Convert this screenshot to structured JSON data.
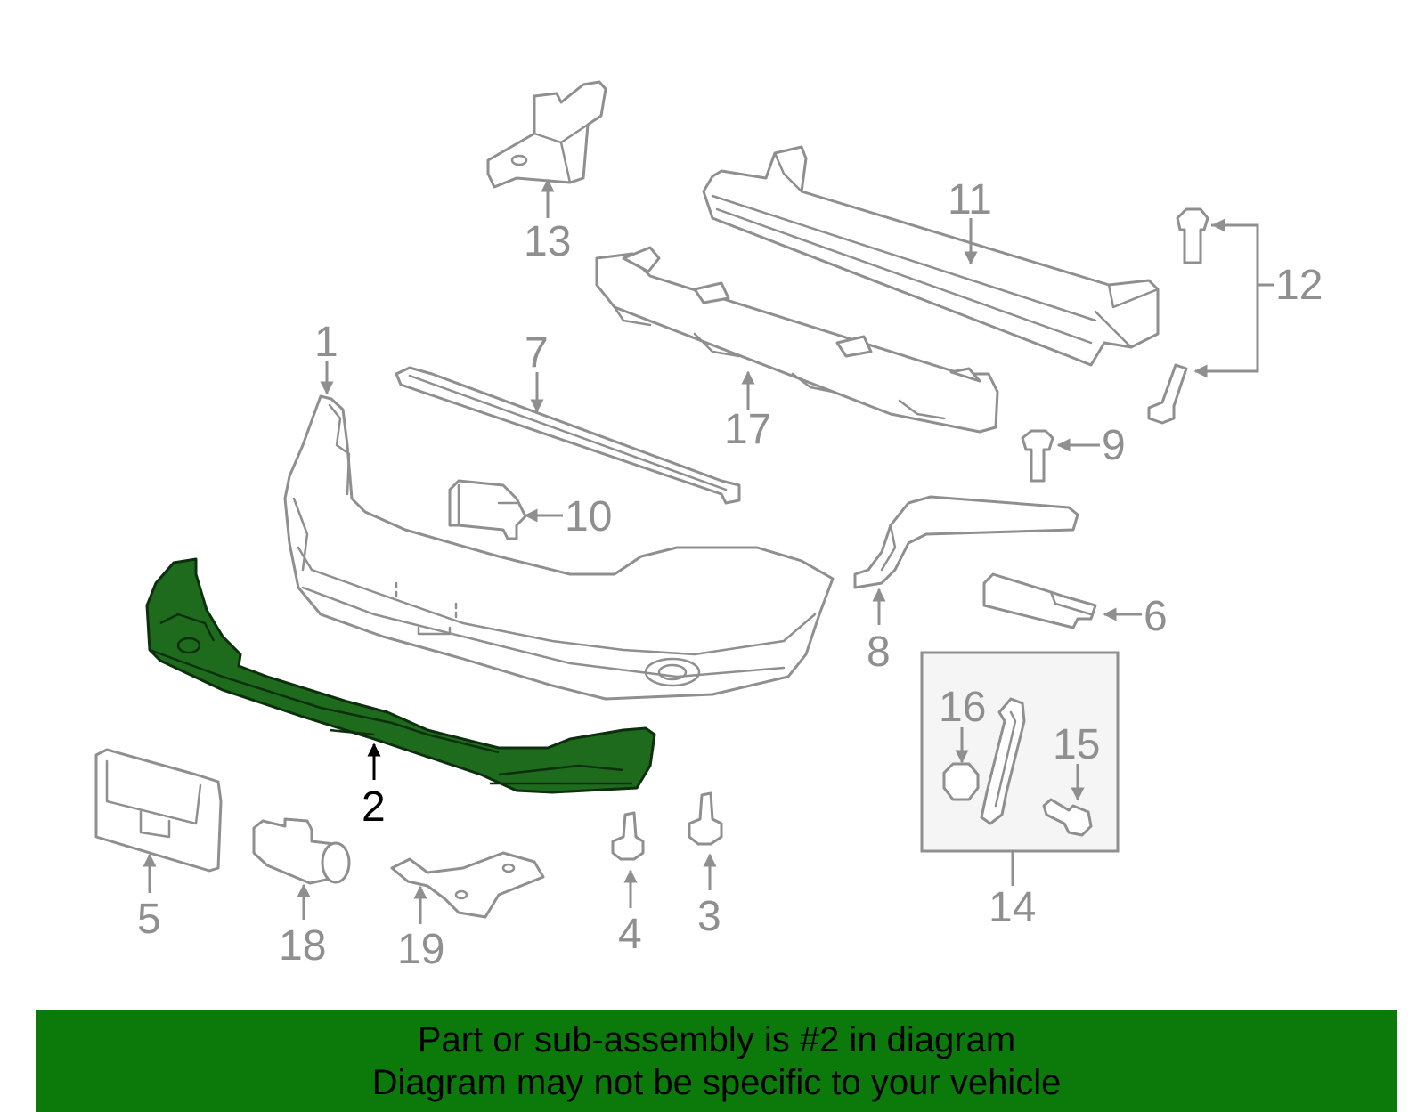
{
  "diagram": {
    "highlight_color": "#0b7a0b",
    "line_color": "#8f8f8f",
    "callouts": [
      "1",
      "2",
      "3",
      "4",
      "5",
      "6",
      "7",
      "8",
      "9",
      "10",
      "11",
      "12",
      "13",
      "14",
      "15",
      "16",
      "17",
      "18",
      "19"
    ],
    "highlighted_part": "2"
  },
  "footer": {
    "line1": "Part or sub-assembly is #2 in diagram",
    "line2": "Diagram may not be specific to your vehicle",
    "background": "#0b7a0b"
  }
}
